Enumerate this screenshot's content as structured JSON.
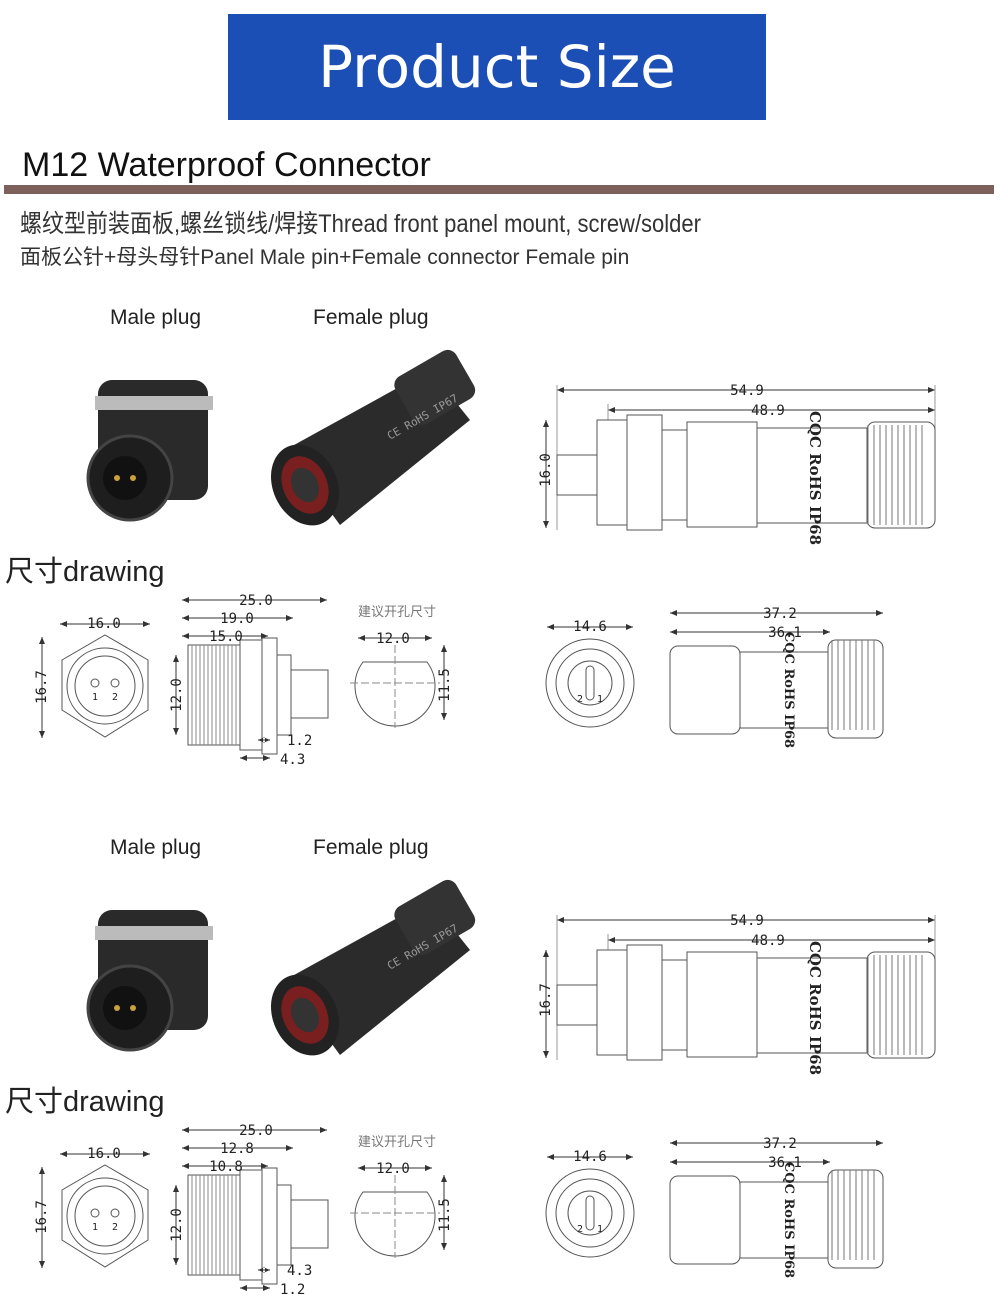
{
  "banner": {
    "title": "Product Size"
  },
  "section": {
    "title": "M12  Waterproof Connector",
    "line1": "螺纹型前装面板,螺丝锁线/焊接Thread  front panel mount, screw/solder",
    "line2": "面板公针+母头母针Panel Male pin+Female connector Female pin"
  },
  "blocks": [
    {
      "male_label": "Male plug",
      "female_label": "Female plug",
      "drawing_label": "尺寸drawing",
      "female_marks": "CE RoHS IP67",
      "side": {
        "overall": "54.9",
        "body": "48.9",
        "height": "16.0",
        "marks": "CQC RoHS IP68"
      },
      "front": {
        "width": "16.0",
        "height": "16.7",
        "pins": [
          "1",
          "2"
        ]
      },
      "panel": {
        "total": "25.0",
        "d2": "19.0",
        "d3": "15.0",
        "thread": "12.0",
        "a": "1.2",
        "b": "4.3"
      },
      "hole": {
        "caption": "建议开孔尺寸",
        "width": "12.0",
        "height": "11.5"
      },
      "female_front": {
        "width": "14.6",
        "pins": [
          "2",
          "1"
        ]
      },
      "female_side": {
        "overall": "37.2",
        "body": "36.1"
      }
    },
    {
      "male_label": "Male plug",
      "female_label": "Female plug",
      "drawing_label": "尺寸drawing",
      "female_marks": "CE RoHS IP67",
      "side": {
        "overall": "54.9",
        "body": "48.9",
        "height": "16.7",
        "marks": "CQC RoHS IP68"
      },
      "front": {
        "width": "16.0",
        "height": "16.7",
        "pins": [
          "1",
          "2"
        ]
      },
      "panel": {
        "total": "25.0",
        "d2": "12.8",
        "d3": "10.8",
        "thread": "12.0",
        "a": "4.3",
        "b": "1.2"
      },
      "hole": {
        "caption": "建议开孔尺寸",
        "width": "12.0",
        "height": "11.5"
      },
      "female_front": {
        "width": "14.6",
        "pins": [
          "2",
          "1"
        ]
      },
      "female_side": {
        "overall": "37.2",
        "body": "36.1"
      }
    }
  ]
}
